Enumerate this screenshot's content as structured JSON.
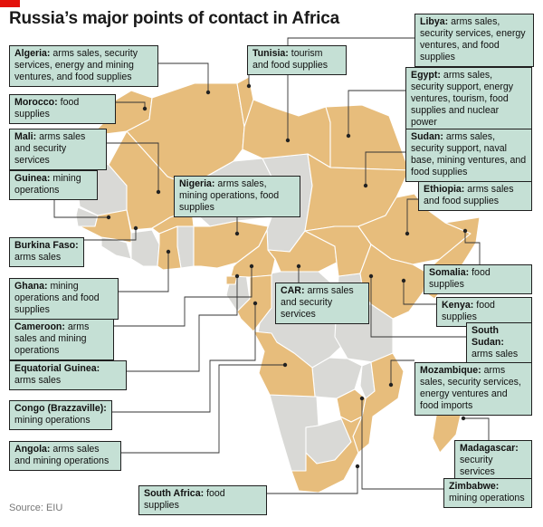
{
  "title": "Russia’s major points of contact in Africa",
  "source": "Source: EIU",
  "colors": {
    "russia_contact": "#e7bd7c",
    "other": "#d9d9d6",
    "label_box": "#c5e0d5",
    "brand_red": "#e3120b"
  },
  "labels": {
    "algeria": {
      "country": "Algeria:",
      "detail": "arms sales, security services, energy and mining ventures, and food supplies"
    },
    "tunisia": {
      "country": "Tunisia:",
      "detail": "tourism and food supplies"
    },
    "libya": {
      "country": "Libya:",
      "detail": "arms sales, security services, energy ventures, and food supplies"
    },
    "egypt": {
      "country": "Egypt:",
      "detail": "arms sales, security support, energy ventures, tourism, food supplies and nuclear power"
    },
    "morocco": {
      "country": "Morocco:",
      "detail": "food supplies"
    },
    "mali": {
      "country": "Mali:",
      "detail": "arms sales and security services"
    },
    "sudan": {
      "country": "Sudan:",
      "detail": "arms sales, security support, naval base, mining ventures, and food supplies"
    },
    "guinea": {
      "country": "Guinea:",
      "detail": "mining operations"
    },
    "nigeria": {
      "country": "Nigeria:",
      "detail": "arms sales, mining operations, food supplies"
    },
    "ethiopia": {
      "country": "Ethiopia:",
      "detail": "arms sales and food supplies"
    },
    "burkina_faso": {
      "country": "Burkina Faso:",
      "detail": "arms sales"
    },
    "somalia": {
      "country": "Somalia:",
      "detail": "food supplies"
    },
    "ghana": {
      "country": "Ghana:",
      "detail": "mining operations and food supplies"
    },
    "car": {
      "country": "CAR:",
      "detail": "arms sales and security services"
    },
    "kenya": {
      "country": "Kenya:",
      "detail": "food supplies"
    },
    "cameroon": {
      "country": "Cameroon:",
      "detail": "arms sales and mining operations"
    },
    "south_sudan": {
      "country": "South Sudan:",
      "detail": "arms sales"
    },
    "equatorial_guinea": {
      "country": "Equatorial Guinea:",
      "detail": "arms sales"
    },
    "mozambique": {
      "country": "Mozambique:",
      "detail": "arms sales, security services, energy ventures and food imports"
    },
    "congo": {
      "country": "Congo (Brazzaville):",
      "detail": "mining operations"
    },
    "angola": {
      "country": "Angola:",
      "detail": "arms sales and mining operations"
    },
    "madagascar": {
      "country": "Madagascar:",
      "detail": "security services"
    },
    "south_africa": {
      "country": "South Africa:",
      "detail": "food supplies"
    },
    "zimbabwe": {
      "country": "Zimbabwe:",
      "detail": "mining operations"
    }
  }
}
